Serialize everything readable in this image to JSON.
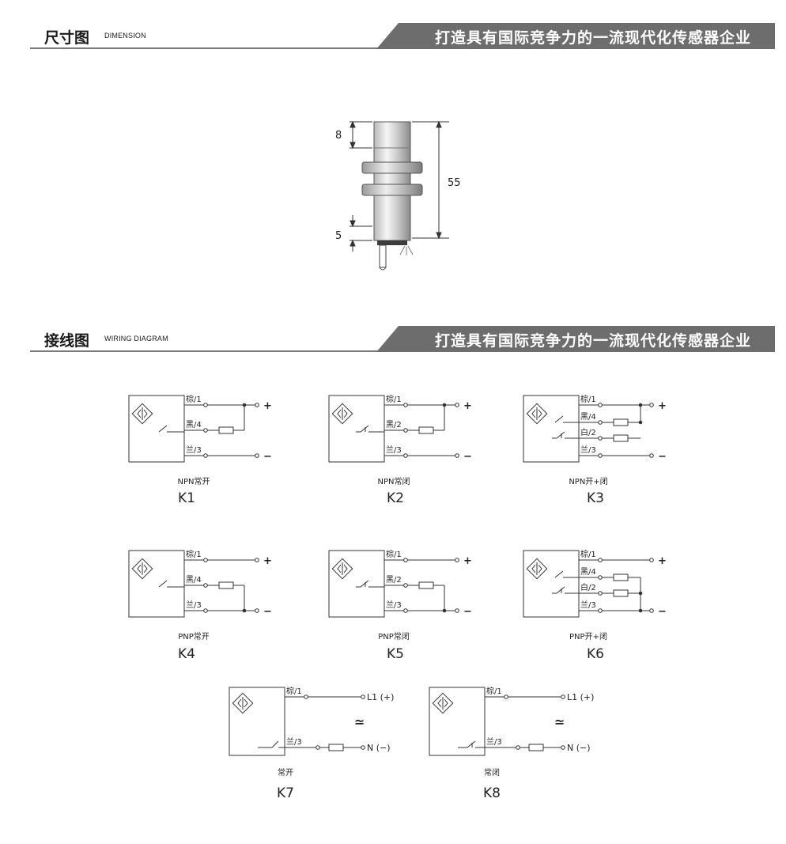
{
  "dimension_section": {
    "title": "尺寸图",
    "subtitle": "DIMENSION",
    "slogan": "打造具有国际竞争力的一流现代化传感器企业",
    "dims": {
      "top": "8",
      "length": "55",
      "bottom": "5"
    }
  },
  "wiring_section": {
    "title": "接线图",
    "subtitle": "WIRING DIAGRAM",
    "slogan": "打造具有国际竞争力的一流现代化传感器企业"
  },
  "wire_labels": {
    "brown": "棕/1",
    "black4": "黑/4",
    "black2": "黑/2",
    "white2": "白/2",
    "blue": "兰/3",
    "plus": "+",
    "minus": "−",
    "l1": "L1 (+)",
    "n": "N (−)",
    "ac": "≃"
  },
  "diagrams": [
    {
      "caption": "NPN常开",
      "name": "K1"
    },
    {
      "caption": "NPN常闭",
      "name": "K2"
    },
    {
      "caption": "NPN开+闭",
      "name": "K3"
    },
    {
      "caption": "PNP常开",
      "name": "K4"
    },
    {
      "caption": "PNP常闭",
      "name": "K5"
    },
    {
      "caption": "PNP开+闭",
      "name": "K6"
    },
    {
      "caption": "常开",
      "name": "K7"
    },
    {
      "caption": "常闭",
      "name": "K8"
    }
  ]
}
